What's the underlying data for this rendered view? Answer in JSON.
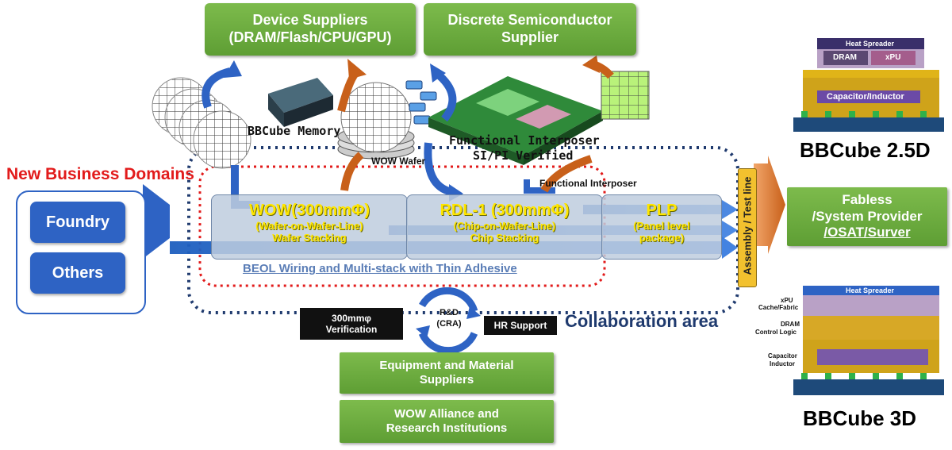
{
  "top_suppliers": {
    "device": [
      "Device Suppliers",
      "(DRAM/Flash/CPU/GPU)"
    ],
    "discrete": [
      "Discrete Semiconductor",
      "Supplier"
    ]
  },
  "labels": {
    "bbcube_memory": "BBCube Memory",
    "functional_interposer": [
      "Functional Interposer",
      "SI/PI Verified"
    ],
    "wow_wafer": "WOW Wafer",
    "functional_interposer_small": "Functional Interposer",
    "new_business": "New Business Domains",
    "beol": "BEOL Wiring and Multi-stack with Thin Adhesive",
    "collaboration": "Collaboration area",
    "assembly": "Assembly / Test line"
  },
  "left_domains": [
    "Foundry",
    "Others"
  ],
  "stages": [
    {
      "title": "WOW(300mmΦ)",
      "sub": "(Wafer-on-Wafer-Line)",
      "desc": "Wafer Stacking"
    },
    {
      "title": "RDL-1 (300mmΦ)",
      "sub": "(Chip-on-Wafer-Line)",
      "desc": "Chip Stacking"
    },
    {
      "title": "PLP",
      "sub": "(Panel level",
      "desc": "package)"
    }
  ],
  "rd": {
    "verification": [
      "300mmφ",
      "Verification"
    ],
    "center": [
      "R&D",
      "(CRA)"
    ],
    "hr": "HR Support"
  },
  "bottom_suppliers": {
    "equipment": [
      "Equipment and Material",
      "Suppliers"
    ],
    "alliance": [
      "WOW Alliance and",
      "Research Institutions"
    ]
  },
  "right": {
    "fabless": [
      "Fabless",
      "/System Provider",
      "/OSAT/Surver"
    ],
    "bbcube_25d": "BBCube 2.5D",
    "bbcube_3d": "BBCube 3D",
    "diagram_25d": {
      "heat_spreader": "Heat Spreader",
      "dram": "DRAM",
      "xpu": "xPU",
      "cap": "Capacitor/Inductor"
    },
    "diagram_3d": {
      "heat_spreader": "Heat Spreader",
      "labels": [
        "xPU",
        "Cache/Fabric",
        "DRAM",
        "Control Logic",
        "Capacitor",
        "Inductor"
      ]
    }
  },
  "colors": {
    "green": "#6aaa3c",
    "blue": "#2e63c4",
    "navy": "#1f3a6e",
    "red": "#e21b1b",
    "orange": "#c8601a"
  }
}
